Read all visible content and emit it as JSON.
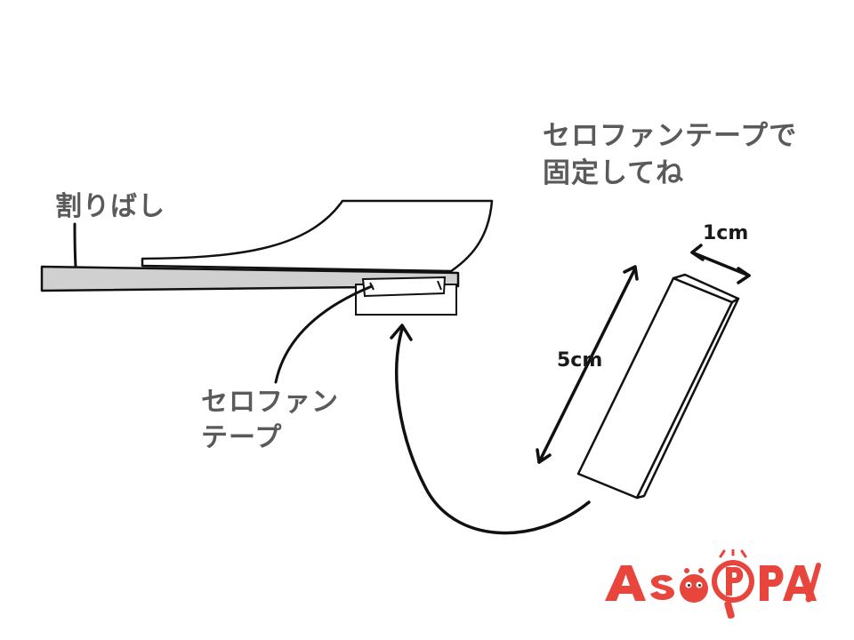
{
  "instruction": {
    "line1": "セロファンテープで",
    "line2": "固定してね"
  },
  "labels": {
    "chopsticks": "割りばし",
    "tape_line1": "セロファン",
    "tape_line2": "テープ"
  },
  "dimensions": {
    "width": "1cm",
    "length": "5cm"
  },
  "logo": {
    "text": "AsoPPA!",
    "brand_color": "#e8453c"
  },
  "colors": {
    "stick": "#d0d0d0",
    "text": "#5a5a5a",
    "outline": "#111111"
  }
}
